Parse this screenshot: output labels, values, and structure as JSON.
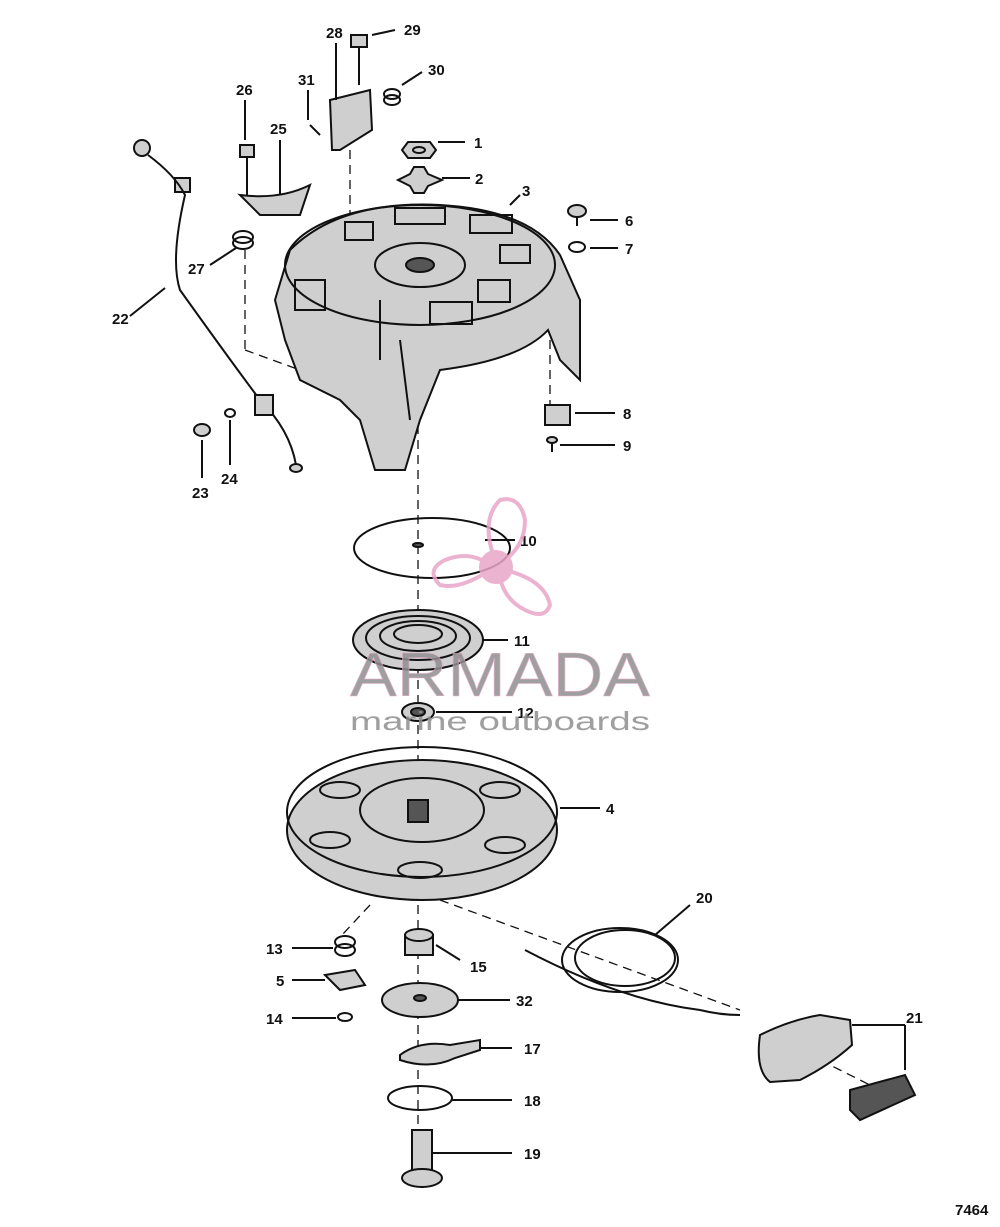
{
  "diagram": {
    "figure_number": "7464",
    "callouts": [
      "1",
      "2",
      "3",
      "4",
      "5",
      "6",
      "7",
      "8",
      "9",
      "10",
      "11",
      "12",
      "13",
      "14",
      "15",
      "17",
      "18",
      "19",
      "20",
      "21",
      "22",
      "23",
      "24",
      "25",
      "26",
      "27",
      "28",
      "29",
      "30",
      "31",
      "32"
    ]
  },
  "watermark": {
    "brand": "ARMADA",
    "tagline": "marine outboards",
    "color": "#e8a6c8"
  }
}
